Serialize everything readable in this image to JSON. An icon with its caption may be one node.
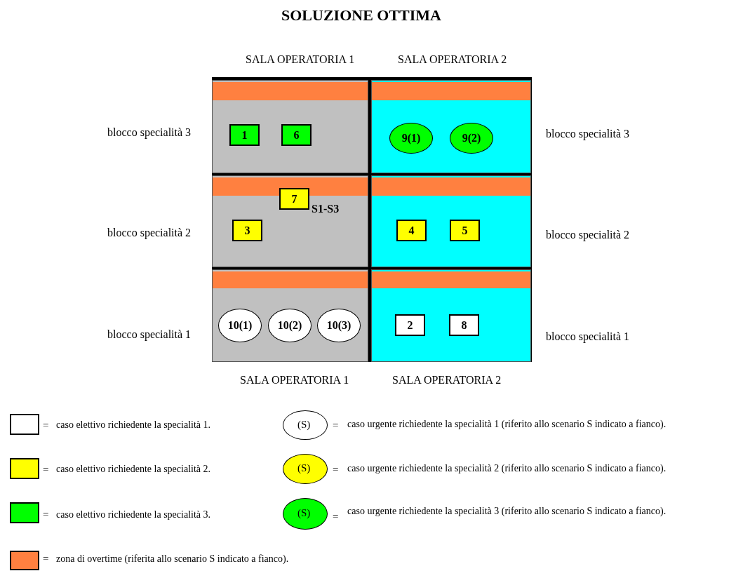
{
  "diagram": {
    "title": "SOLUZIONE OTTIMA",
    "nodes": [
      {
        "text": [],
        "shape": "box"
      },
      {
        "text": [],
        "shape": "box",
        "in": 0
      },
      {
        "text": [],
        "shape": "box",
        "in": 0
      },
      {
        "text": [],
        "shape": "box",
        "in": 0
      },
      {
        "text": [],
        "shape": "box",
        "in": 0
      },
      {
        "text": [],
        "shape": "box",
        "in": 0
      },
      {
        "text": [],
        "shape": "box",
        "in": 0
      },
      {
        "text": [],
        "shape": "bar",
        "in": 1
      },
      {
        "text": [],
        "shape": "bar",
        "in": 2
      },
      {
        "text": [],
        "shape": "bar",
        "in": 3
      },
      {
        "text": [],
        "shape": "bar",
        "in": 4
      },
      {
        "text": [],
        "shape": "bar",
        "in": 5
      },
      {
        "text": [],
        "shape": "bar",
        "in": 6
      },
      {
        "text": [
          "1"
        ],
        "in": 1
      },
      {
        "text": [
          "6"
        ],
        "in": 1
      },
      {
        "text": [
          "9(1)"
        ],
        "in": 2
      },
      {
        "text": [
          "9(2)"
        ],
        "in": 2
      },
      {
        "text": [
          "7"
        ],
        "in": 3,
        "beside": [
          "S1-S3"
        ]
      },
      {
        "text": [
          "3"
        ],
        "in": 3
      },
      {
        "text": [
          "4"
        ],
        "in": 4
      },
      {
        "text": [
          "5"
        ],
        "in": 4
      },
      {
        "text": [
          "10(1)"
        ],
        "in": 5
      },
      {
        "text": [
          "10(2)"
        ],
        "in": 5
      },
      {
        "text": [
          "10(3)"
        ],
        "in": 5
      },
      {
        "text": [
          "2"
        ],
        "in": 6
      },
      {
        "text": [
          "8"
        ],
        "in": 6
      }
    ],
    "labels": [
      "SALA OPERATORIA 1",
      "SALA OPERATORIA 2",
      "blocco specialità 3",
      "blocco specialità 3",
      "blocco specialità 2",
      "blocco specialità 2",
      "blocco specialità 1",
      "blocco specialità 1",
      "SALA OPERATORIA 1",
      "SALA OPERATORIA 2",
      "=",
      "=",
      "=",
      "=",
      "=",
      "=",
      "=",
      "(S)",
      "(S)",
      "(S)"
    ],
    "legend": [
      {
        "text": "caso elettivo richiedente la specialità 1.",
        "color": "#ffffff"
      },
      {
        "text": "caso urgente richiedente la specialità 1 (riferito allo scenario S indicato a fianco).",
        "color": "#ffffff"
      },
      {
        "text": "caso elettivo richiedente la specialità 2.",
        "color": "#ffff00"
      },
      {
        "text": "caso urgente richiedente la specialità 2 (riferito allo scenario S indicato a fianco).",
        "color": "#ffff00"
      },
      {
        "text": "caso elettivo richiedente la specialità 3.",
        "color": "#00ff00"
      },
      {
        "text": "caso urgente richiedente la specialità 3 (riferito allo scenario S indicato a fianco).",
        "color": "#00ff00"
      },
      {
        "text": "zona di overtime (riferita allo scenario S indicato a fianco).",
        "color": "#ff8040"
      }
    ]
  }
}
